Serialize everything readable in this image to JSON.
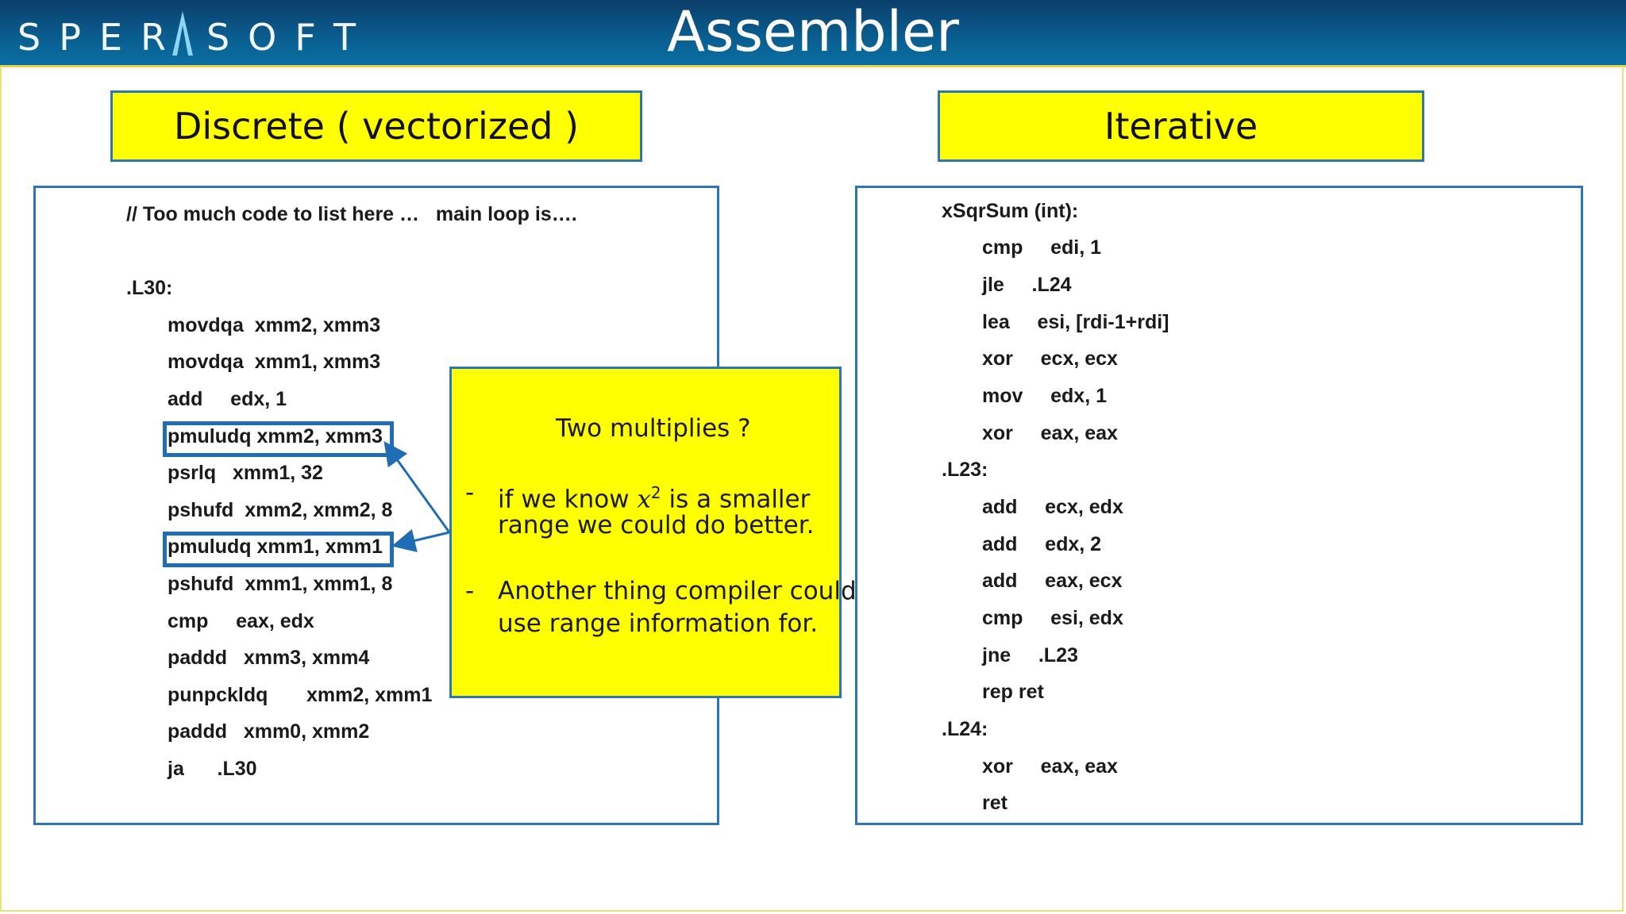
{
  "header": {
    "logo_text": "SPER SOFT",
    "title": "Assembler",
    "colors": {
      "bar": "#0a5c8e",
      "accent": "#e7d54a"
    }
  },
  "left": {
    "heading": "Discrete ( vectorized )",
    "comment": "// Too much code to list here …   main loop is….",
    "label": ".L30:",
    "lines": [
      "movdqa  xmm2, xmm3",
      "movdqa  xmm1, xmm3",
      "add     edx, 1",
      "pmuludq xmm2, xmm3",
      "psrlq   xmm1, 32",
      "pshufd  xmm2, xmm2, 8",
      "pmuludq xmm1, xmm1",
      "pshufd  xmm1, xmm1, 8",
      "cmp     eax, edx",
      "paddd   xmm3, xmm4",
      "punpckldq       xmm2, xmm1",
      "paddd   xmm0, xmm2",
      "ja      .L30"
    ]
  },
  "right": {
    "heading": "Iterative",
    "lines": [
      {
        "text": "xSqrSum (int):",
        "indent": 0
      },
      {
        "text": "cmp     edi, 1",
        "indent": 1
      },
      {
        "text": "jle     .L24",
        "indent": 1
      },
      {
        "text": "lea     esi, [rdi-1+rdi]",
        "indent": 1
      },
      {
        "text": "xor     ecx, ecx",
        "indent": 1
      },
      {
        "text": "mov     edx, 1",
        "indent": 1
      },
      {
        "text": "xor     eax, eax",
        "indent": 1
      },
      {
        "text": ".L23:",
        "indent": 0
      },
      {
        "text": "add     ecx, edx",
        "indent": 1
      },
      {
        "text": "add     edx, 2",
        "indent": 1
      },
      {
        "text": "add     eax, ecx",
        "indent": 1
      },
      {
        "text": "cmp     esi, edx",
        "indent": 1
      },
      {
        "text": "jne     .L23",
        "indent": 1
      },
      {
        "text": "rep ret",
        "indent": 1
      },
      {
        "text": ".L24:",
        "indent": 0
      },
      {
        "text": "xor     eax, eax",
        "indent": 1
      },
      {
        "text": "ret",
        "indent": 1
      }
    ]
  },
  "callout": {
    "title": "Two multiplies ?",
    "bullet1_line1_pre": "if we know ",
    "bullet1_math": "x",
    "bullet1_sup": "2",
    "bullet1_line1_post": " is a smaller",
    "bullet1_line2": "range we could do better.",
    "bullet2_line1": "Another thing compiler could",
    "bullet2_line2": "use range information for.",
    "dash": "-"
  }
}
